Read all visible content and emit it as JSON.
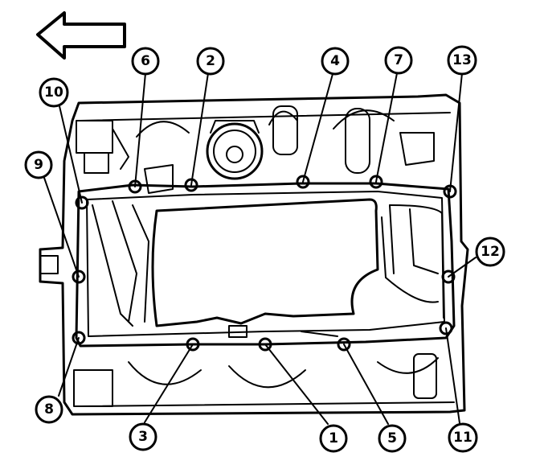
{
  "callouts": {
    "c1": "1",
    "c2": "2",
    "c3": "3",
    "c4": "4",
    "c5": "5",
    "c6": "6",
    "c7": "7",
    "c8": "8",
    "c9": "9",
    "c10": "10",
    "c11": "11",
    "c12": "12",
    "c13": "13"
  },
  "colors": {
    "ink": "#000000",
    "paper": "#ffffff"
  },
  "icons": {
    "direction": "arrow-left-icon"
  }
}
